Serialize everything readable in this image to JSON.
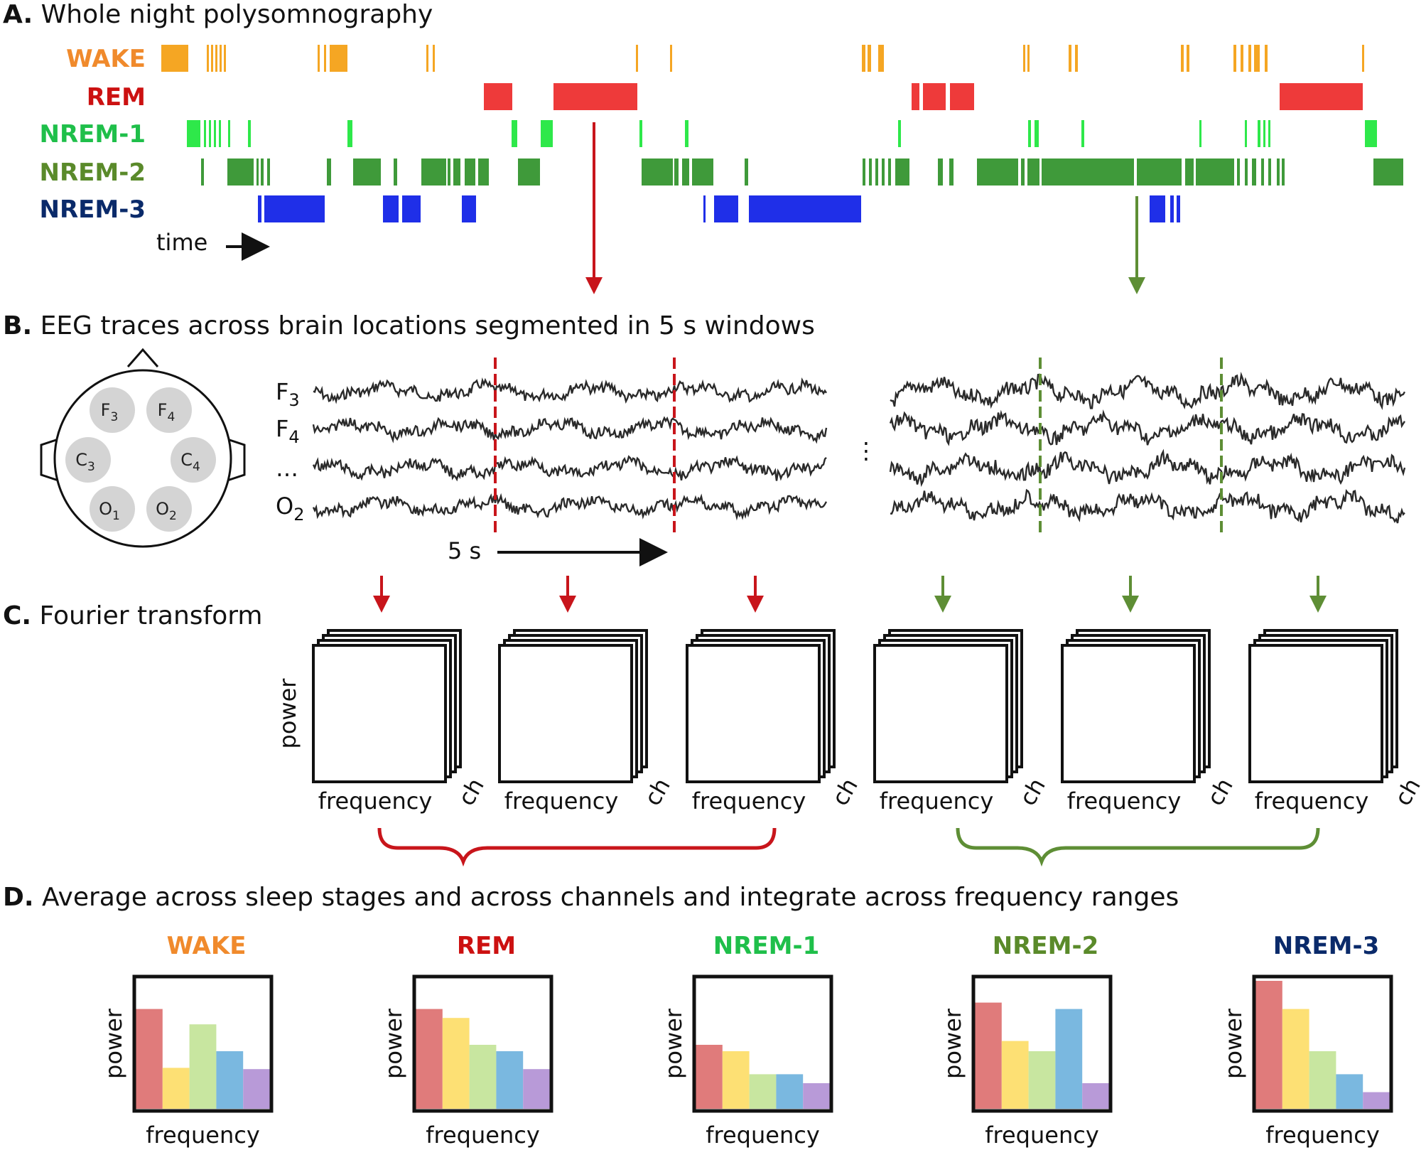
{
  "sections": {
    "a": {
      "letter": "A.",
      "text": " Whole night polysomnography"
    },
    "b": {
      "letter": "B.",
      "text": " EEG traces across brain locations segmented in 5 s windows"
    },
    "c": {
      "letter": "C.",
      "text": " Fourier transform"
    },
    "d": {
      "letter": "D.",
      "text": " Average across sleep stages and across channels and integrate across frequency ranges"
    }
  },
  "hypnogram": {
    "time_label": "time",
    "stages": [
      {
        "key": "wake",
        "label": "WAKE",
        "label_color": "#f08a2c",
        "bar_color": "#f5a623",
        "segments": [
          [
            227,
            265
          ],
          [
            291,
            294
          ],
          [
            297,
            300
          ],
          [
            303,
            306
          ],
          [
            309,
            312
          ],
          [
            315,
            318
          ],
          [
            447,
            450
          ],
          [
            456,
            459
          ],
          [
            464,
            489
          ],
          [
            600,
            603
          ],
          [
            609,
            612
          ],
          [
            895,
            898
          ],
          [
            943,
            946
          ],
          [
            1213,
            1218
          ],
          [
            1221,
            1226
          ],
          [
            1236,
            1244
          ],
          [
            1440,
            1443
          ],
          [
            1446,
            1449
          ],
          [
            1504,
            1508
          ],
          [
            1513,
            1517
          ],
          [
            1662,
            1666
          ],
          [
            1670,
            1674
          ],
          [
            1736,
            1740
          ],
          [
            1746,
            1750
          ],
          [
            1757,
            1761
          ],
          [
            1765,
            1773
          ],
          [
            1780,
            1784
          ],
          [
            1917,
            1920
          ]
        ]
      },
      {
        "key": "rem",
        "label": "REM",
        "label_color": "#cc1111",
        "bar_color": "#ee3a3a",
        "segments": [
          [
            681,
            721
          ],
          [
            779,
            897
          ],
          [
            1283,
            1294
          ],
          [
            1299,
            1331
          ],
          [
            1337,
            1371
          ],
          [
            1801,
            1918
          ]
        ]
      },
      {
        "key": "nrem1",
        "label": "NREM-1",
        "label_color": "#1fbf4a",
        "bar_color": "#2ee84a",
        "segments": [
          [
            263,
            282
          ],
          [
            287,
            290
          ],
          [
            294,
            297
          ],
          [
            301,
            304
          ],
          [
            308,
            311
          ],
          [
            321,
            324
          ],
          [
            349,
            353
          ],
          [
            489,
            496
          ],
          [
            720,
            728
          ],
          [
            761,
            778
          ],
          [
            900,
            904
          ],
          [
            964,
            969
          ],
          [
            1264,
            1268
          ],
          [
            1447,
            1451
          ],
          [
            1456,
            1462
          ],
          [
            1522,
            1526
          ],
          [
            1688,
            1691
          ],
          [
            1752,
            1755
          ],
          [
            1770,
            1774
          ],
          [
            1778,
            1781
          ],
          [
            1785,
            1788
          ],
          [
            1921,
            1938
          ]
        ]
      },
      {
        "key": "nrem2",
        "label": "NREM-2",
        "label_color": "#5a8a2a",
        "bar_color": "#3f9a3a",
        "segments": [
          [
            283,
            287
          ],
          [
            320,
            357
          ],
          [
            361,
            364
          ],
          [
            367,
            371
          ],
          [
            376,
            380
          ],
          [
            460,
            466
          ],
          [
            497,
            536
          ],
          [
            554,
            559
          ],
          [
            593,
            628
          ],
          [
            630,
            634
          ],
          [
            638,
            648
          ],
          [
            654,
            669
          ],
          [
            673,
            688
          ],
          [
            729,
            760
          ],
          [
            903,
            947
          ],
          [
            949,
            955
          ],
          [
            960,
            970
          ],
          [
            974,
            1004
          ],
          [
            1048,
            1053
          ],
          [
            1214,
            1218
          ],
          [
            1223,
            1227
          ],
          [
            1232,
            1236
          ],
          [
            1241,
            1245
          ],
          [
            1250,
            1254
          ],
          [
            1260,
            1280
          ],
          [
            1320,
            1327
          ],
          [
            1336,
            1342
          ],
          [
            1375,
            1433
          ],
          [
            1437,
            1442
          ],
          [
            1446,
            1463
          ],
          [
            1466,
            1596
          ],
          [
            1600,
            1663
          ],
          [
            1668,
            1680
          ],
          [
            1683,
            1737
          ],
          [
            1741,
            1745
          ],
          [
            1752,
            1756
          ],
          [
            1762,
            1768
          ],
          [
            1775,
            1779
          ],
          [
            1785,
            1789
          ],
          [
            1797,
            1801
          ],
          [
            1804,
            1808
          ],
          [
            1933,
            1975
          ]
        ]
      },
      {
        "key": "nrem3",
        "label": "NREM-3",
        "label_color": "#0a2a6a",
        "bar_color": "#1f2fe8",
        "segments": [
          [
            363,
            368
          ],
          [
            372,
            457
          ],
          [
            539,
            561
          ],
          [
            566,
            592
          ],
          [
            650,
            670
          ],
          [
            990,
            993
          ],
          [
            1005,
            1039
          ],
          [
            1054,
            1212
          ],
          [
            1618,
            1640
          ],
          [
            1647,
            1652
          ],
          [
            1656,
            1661
          ]
        ]
      }
    ]
  },
  "eeg": {
    "channels": [
      {
        "label": "F",
        "sub": "3"
      },
      {
        "label": "F",
        "sub": "4"
      },
      {
        "label": "…",
        "sub": ""
      },
      {
        "label": "O",
        "sub": "2"
      }
    ],
    "electrodes": [
      {
        "label": "F",
        "sub": "3"
      },
      {
        "label": "F",
        "sub": "4"
      },
      {
        "label": "C",
        "sub": "3"
      },
      {
        "label": "C",
        "sub": "4"
      },
      {
        "label": "O",
        "sub": "1"
      },
      {
        "label": "O",
        "sub": "2"
      }
    ],
    "window_label": "5 s",
    "ellipsis": "⋮",
    "colors": {
      "rem_marker": "#c8151b",
      "nrem2_marker": "#5e8e35",
      "trace": "#2a2a2a"
    }
  },
  "fourier": {
    "power_label": "power",
    "frequency_label": "frequency",
    "ch_label": "ch",
    "windows": [
      {
        "stage": "rem",
        "color": "#c8151b"
      },
      {
        "stage": "rem",
        "color": "#c8151b"
      },
      {
        "stage": "rem",
        "color": "#c8151b"
      },
      {
        "stage": "nrem2",
        "color": "#5e8e35"
      },
      {
        "stage": "nrem2",
        "color": "#5e8e35"
      },
      {
        "stage": "nrem2",
        "color": "#5e8e35"
      }
    ]
  },
  "chart_data": [
    {
      "type": "bar",
      "title": "WAKE",
      "title_color": "#f08a2c",
      "xlabel": "frequency",
      "ylabel": "power",
      "ylim": [
        0,
        1
      ],
      "values": [
        0.78,
        0.32,
        0.66,
        0.45,
        0.31
      ],
      "colors": [
        "#e07b7b",
        "#fde074",
        "#c8e6a0",
        "#7ab8e0",
        "#b89ad8"
      ]
    },
    {
      "type": "bar",
      "title": "REM",
      "title_color": "#cc1111",
      "xlabel": "frequency",
      "ylabel": "power",
      "ylim": [
        0,
        1
      ],
      "values": [
        0.78,
        0.71,
        0.5,
        0.45,
        0.31
      ],
      "colors": [
        "#e07b7b",
        "#fde074",
        "#c8e6a0",
        "#7ab8e0",
        "#b89ad8"
      ]
    },
    {
      "type": "bar",
      "title": "NREM-1",
      "title_color": "#1fbf4a",
      "xlabel": "frequency",
      "ylabel": "power",
      "ylim": [
        0,
        1
      ],
      "values": [
        0.5,
        0.45,
        0.27,
        0.27,
        0.2
      ],
      "colors": [
        "#e07b7b",
        "#fde074",
        "#c8e6a0",
        "#7ab8e0",
        "#b89ad8"
      ]
    },
    {
      "type": "bar",
      "title": "NREM-2",
      "title_color": "#5a8a2a",
      "xlabel": "frequency",
      "ylabel": "power",
      "ylim": [
        0,
        1
      ],
      "values": [
        0.83,
        0.53,
        0.45,
        0.78,
        0.2
      ],
      "colors": [
        "#e07b7b",
        "#fde074",
        "#c8e6a0",
        "#7ab8e0",
        "#b89ad8"
      ]
    },
    {
      "type": "bar",
      "title": "NREM-3",
      "title_color": "#0a2a6a",
      "xlabel": "frequency",
      "ylabel": "power",
      "ylim": [
        0,
        1
      ],
      "values": [
        1.0,
        0.78,
        0.45,
        0.27,
        0.13
      ],
      "colors": [
        "#e07b7b",
        "#fde074",
        "#c8e6a0",
        "#7ab8e0",
        "#b89ad8"
      ]
    }
  ]
}
